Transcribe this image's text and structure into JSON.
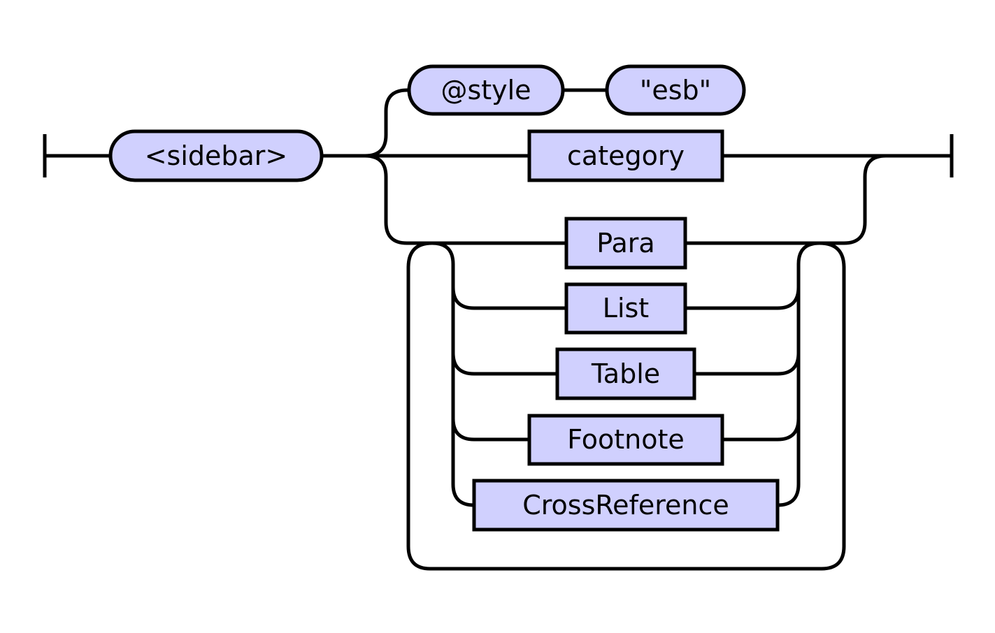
{
  "diagram": {
    "type": "railroad",
    "colors": {
      "node_fill": "#d0d0fe",
      "line": "#000000",
      "background": "#ffffff"
    },
    "terminals": {
      "sidebar": "<sidebar>",
      "style_attr": "@style",
      "style_value": "\"esb\""
    },
    "nonterminals": {
      "category": "category",
      "para": "Para",
      "list": "List",
      "table": "Table",
      "footnote": "Footnote",
      "crossref": "CrossReference"
    }
  }
}
